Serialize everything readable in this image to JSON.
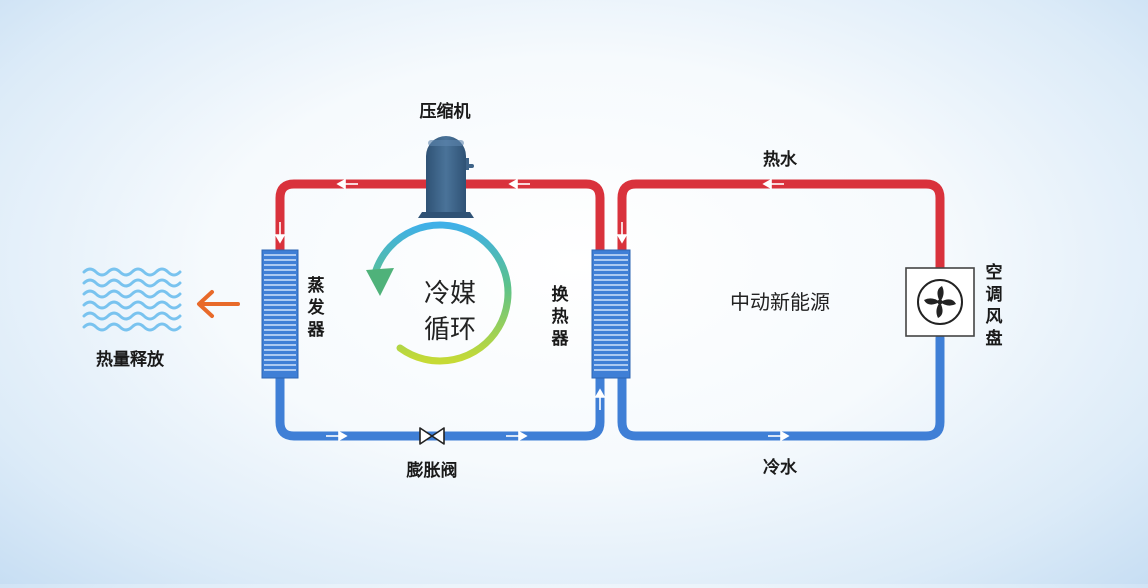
{
  "compressor": {
    "label": "压缩机"
  },
  "evaporator": {
    "label": [
      "蒸",
      "发",
      "器"
    ]
  },
  "heat_exchanger": {
    "label": [
      "换",
      "热",
      "器"
    ]
  },
  "refrigerant_cycle": {
    "line1": "冷媒",
    "line2": "循环"
  },
  "expansion_valve": {
    "label": "膨胀阀"
  },
  "heat_release": {
    "label": "热量释放"
  },
  "hot_water": {
    "label": "热水"
  },
  "cold_water": {
    "label": "冷水"
  },
  "energy_source": {
    "label": "中动新能源"
  },
  "fan_coil": {
    "label": [
      "空",
      "调",
      "风",
      "盘"
    ]
  },
  "colors": {
    "hot_pipe": "#d9323c",
    "cold_pipe": "#3f7fd6",
    "coil": "#4a8be0",
    "compressor": "#3e6388",
    "arrow_orange": "#e86a2a",
    "waves": "#79c3ef"
  },
  "icons": [
    "compressor-icon",
    "coil-icon",
    "valve-icon",
    "fan-icon",
    "wave-icon",
    "arrow-left-icon",
    "cycle-arrow-icon"
  ]
}
